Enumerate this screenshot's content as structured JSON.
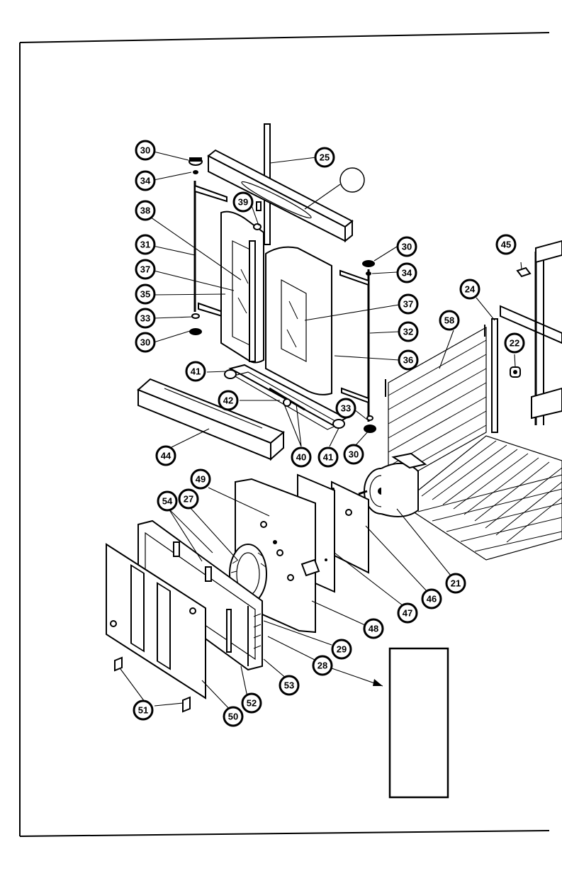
{
  "callouts": [
    {
      "label": "30",
      "ref": "callout-30-top-left"
    },
    {
      "label": "34",
      "ref": "callout-34-left"
    },
    {
      "label": "25",
      "ref": "callout-25"
    },
    {
      "label": "38",
      "ref": "callout-38"
    },
    {
      "label": "39",
      "ref": "callout-39"
    },
    {
      "label": "31",
      "ref": "callout-31"
    },
    {
      "label": "37",
      "ref": "callout-37-left"
    },
    {
      "label": "35",
      "ref": "callout-35"
    },
    {
      "label": "33",
      "ref": "callout-33-left"
    },
    {
      "label": "30",
      "ref": "callout-30-left-lower"
    },
    {
      "label": "30",
      "ref": "callout-30-right-top"
    },
    {
      "label": "34",
      "ref": "callout-34-right"
    },
    {
      "label": "37",
      "ref": "callout-37-right"
    },
    {
      "label": "32",
      "ref": "callout-32"
    },
    {
      "label": "36",
      "ref": "callout-36"
    },
    {
      "label": "45",
      "ref": "callout-45"
    },
    {
      "label": "24",
      "ref": "callout-24"
    },
    {
      "label": "58",
      "ref": "callout-58"
    },
    {
      "label": "22",
      "ref": "callout-22"
    },
    {
      "label": "41",
      "ref": "callout-41-left"
    },
    {
      "label": "42",
      "ref": "callout-42"
    },
    {
      "label": "33",
      "ref": "callout-33-right"
    },
    {
      "label": "44",
      "ref": "callout-44"
    },
    {
      "label": "40",
      "ref": "callout-40"
    },
    {
      "label": "41",
      "ref": "callout-41-right"
    },
    {
      "label": "30",
      "ref": "callout-30-bottom"
    },
    {
      "label": "49",
      "ref": "callout-49"
    },
    {
      "label": "54",
      "ref": "callout-54"
    },
    {
      "label": "27",
      "ref": "callout-27"
    },
    {
      "label": "21",
      "ref": "callout-21"
    },
    {
      "label": "46",
      "ref": "callout-46"
    },
    {
      "label": "47",
      "ref": "callout-47"
    },
    {
      "label": "48",
      "ref": "callout-48"
    },
    {
      "label": "29",
      "ref": "callout-29"
    },
    {
      "label": "28",
      "ref": "callout-28"
    },
    {
      "label": "53",
      "ref": "callout-53"
    },
    {
      "label": "52",
      "ref": "callout-52"
    },
    {
      "label": "51",
      "ref": "callout-51"
    },
    {
      "label": "50",
      "ref": "callout-50"
    }
  ]
}
